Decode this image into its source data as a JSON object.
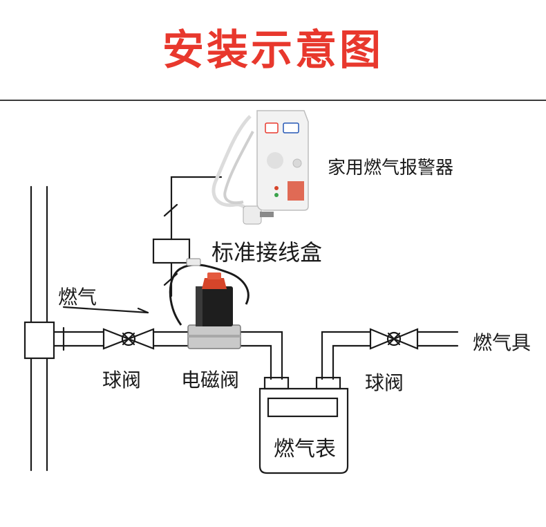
{
  "title": "安装示意图",
  "labels": {
    "alarm": "家用燃气报警器",
    "junction_box": "标准接线盒",
    "gas_in": "燃气",
    "ball_valve_left": "球阀",
    "solenoid_valve": "电磁阀",
    "ball_valve_right": "球阀",
    "appliance": "燃气具",
    "meter": "燃气表"
  },
  "colors": {
    "title": "#e8382d",
    "line": "#1a1a1a",
    "valve_cap": "#d6452a",
    "device_body": "#f2f2f2"
  }
}
